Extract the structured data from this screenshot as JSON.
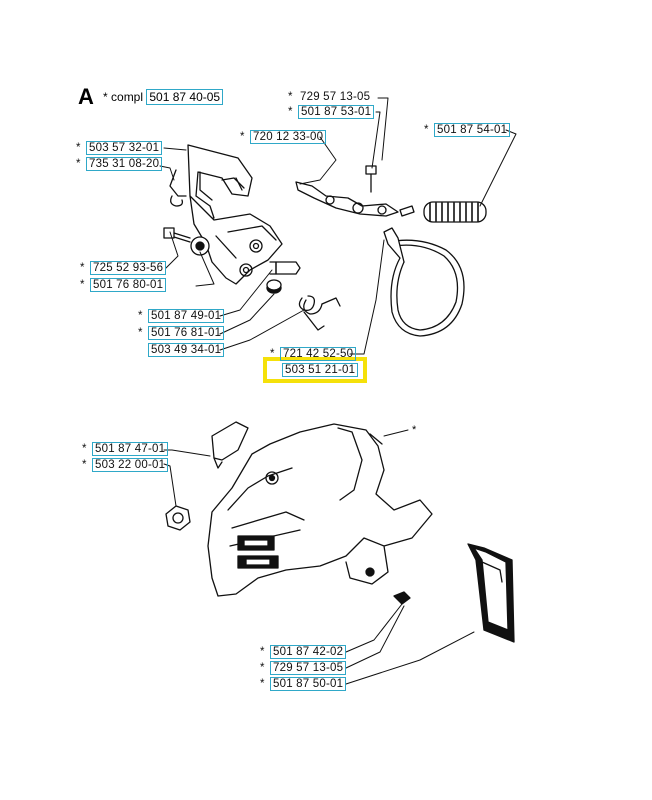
{
  "section": {
    "letter": "A",
    "star": "*",
    "compl_label": "compl",
    "compl_part": "501 87 40-05"
  },
  "asterisk_note": "*",
  "labels": {
    "l01": {
      "star": "*",
      "part": "729 57 13-05"
    },
    "l02": {
      "star": "*",
      "part": "501 87 53-01"
    },
    "l03": {
      "star": "*",
      "part": "720 12 33-00"
    },
    "l04": {
      "star": "*",
      "part": "501 87 54-01"
    },
    "l05": {
      "star": "*",
      "part": "503 57 32-01"
    },
    "l06": {
      "star": "*",
      "part": "735 31 08-20"
    },
    "l07": {
      "star": "*",
      "part": "725 52 93-56"
    },
    "l08": {
      "star": "*",
      "part": "501 76 80-01"
    },
    "l09": {
      "star": "*",
      "part": "501 87 49-01"
    },
    "l10": {
      "star": "*",
      "part": "501 76 81-01"
    },
    "l11": {
      "star": "",
      "part": "503 49 34-01"
    },
    "l12": {
      "star": "*",
      "part": "721 42 52-50"
    },
    "l13": {
      "star": "",
      "part": "503 51 21-01"
    },
    "l14": {
      "star": "*",
      "part": "501 87 47-01"
    },
    "l15": {
      "star": "*",
      "part": "503 22 00-01"
    },
    "l16": {
      "star": "*",
      "part": "501 87 42-02"
    },
    "l17": {
      "star": "*",
      "part": "729 57 13-05"
    },
    "l18": {
      "star": "*",
      "part": "501 87 50-01"
    }
  },
  "highlight_color": "#f5e10a",
  "box_color": "#2fa8c8"
}
